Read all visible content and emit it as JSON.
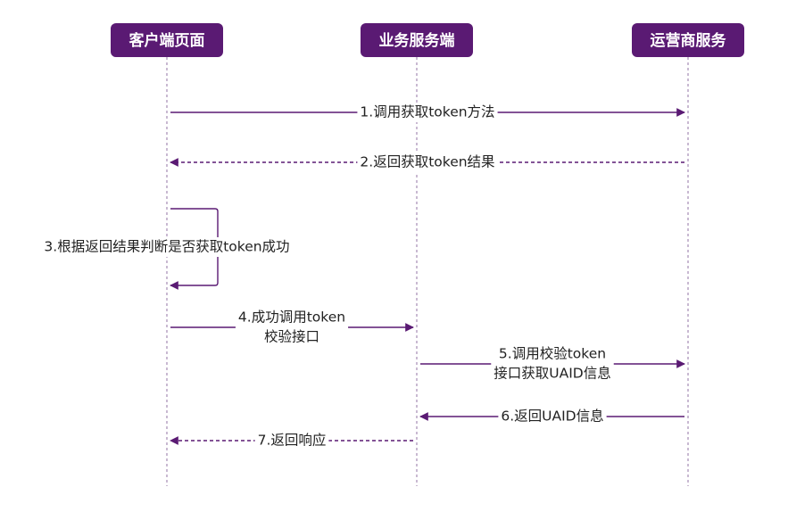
{
  "colors": {
    "accent": "#5a1a73",
    "lifeline": "#a58bb4",
    "text": "#222222",
    "background": "#ffffff"
  },
  "actors": [
    {
      "id": "client",
      "label": "客户端页面"
    },
    {
      "id": "service",
      "label": "业务服务端"
    },
    {
      "id": "operator",
      "label": "运营商服务"
    }
  ],
  "messages": [
    {
      "from": "client",
      "to": "operator",
      "style": "solid",
      "lines": [
        "1.调用获取token方法"
      ]
    },
    {
      "from": "operator",
      "to": "client",
      "style": "dashed",
      "lines": [
        "2.返回获取token结果"
      ]
    },
    {
      "from": "client",
      "to": "client",
      "style": "solid",
      "self": true,
      "lines": [
        "3.根据返回结果判断是否获取token成功"
      ]
    },
    {
      "from": "client",
      "to": "service",
      "style": "solid",
      "lines": [
        "4.成功调用token",
        "校验接口"
      ]
    },
    {
      "from": "service",
      "to": "operator",
      "style": "solid",
      "lines": [
        "5.调用校验token",
        "接口获取UAID信息"
      ]
    },
    {
      "from": "operator",
      "to": "service",
      "style": "solid",
      "lines": [
        "6.返回UAID信息"
      ]
    },
    {
      "from": "service",
      "to": "client",
      "style": "dashed",
      "lines": [
        "7.返回响应"
      ]
    }
  ]
}
